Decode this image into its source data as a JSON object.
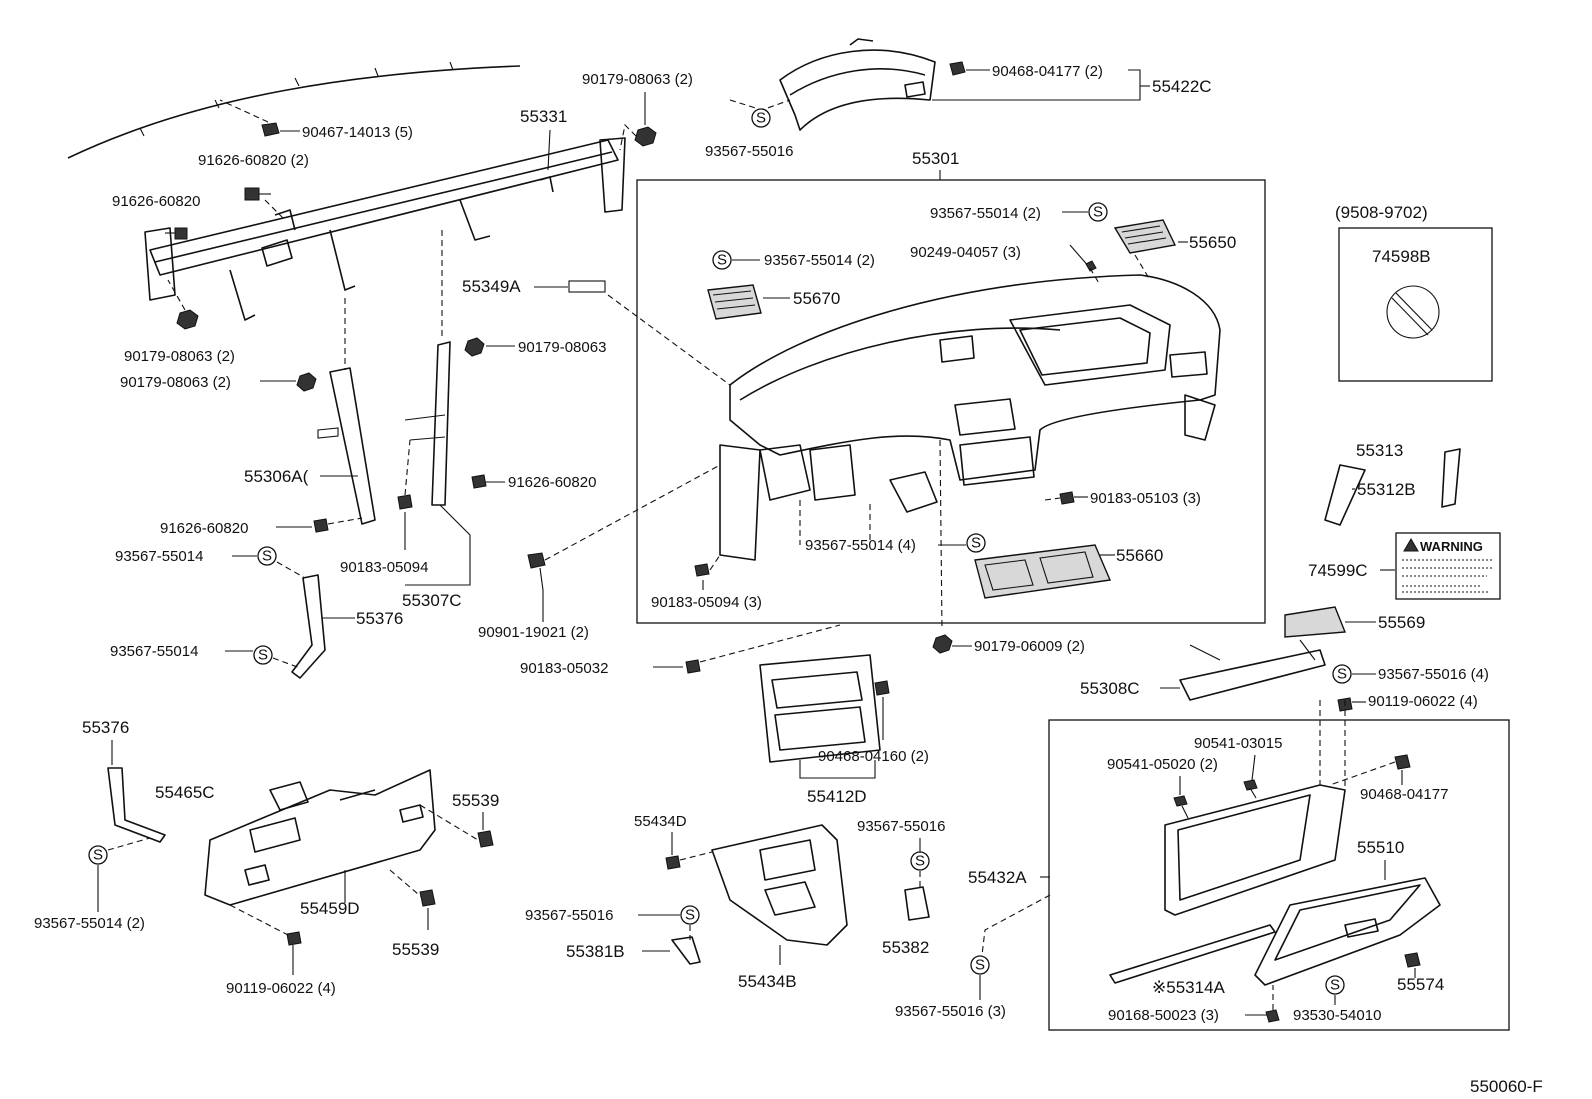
{
  "labels": {
    "p55331": "55331",
    "p55301": "55301",
    "p55422c": "55422C",
    "p55650": "55650",
    "p55670": "55670",
    "p55349a": "55349A",
    "p55306a": "55306A(",
    "p55307c": "55307C",
    "p55376a": "55376",
    "p55376b": "55376",
    "p55465c": "55465C",
    "p55459d": "55459D",
    "p55539a": "55539",
    "p55539b": "55539",
    "p55434d": "55434D",
    "p55434b": "55434B",
    "p55381b": "55381B",
    "p55382": "55382",
    "p55412d": "55412D",
    "p55660": "55660",
    "p55313": "55313",
    "p55312b": "55312B",
    "p74599c": "74599C",
    "p55569": "55569",
    "p55308c": "55308C",
    "p55432a": "55432A",
    "p55510": "55510",
    "p55314a": "55314A",
    "p55574": "55574",
    "p74598b": "74598B",
    "date_range": "(9508-9702)",
    "b90179_08063_2_top": "90179-08063 (2)",
    "b93567_55016_top": "93567-55016",
    "b90468_04177_2": "90468-04177 (2)",
    "b90467_14013_5": "90467-14013 (5)",
    "b91626_60820_2": "91626-60820 (2)",
    "b91626_60820_a": "91626-60820",
    "b90179_08063_2_a": "90179-08063 (2)",
    "b90179_08063_2_b": "90179-08063 (2)",
    "b90179_08063_c": "90179-08063",
    "b91626_60820_b": "91626-60820",
    "b91626_60820_c": "91626-60820",
    "b90183_05094_a": "90183-05094",
    "b93567_55014_a": "93567-55014",
    "b93567_55014_b": "93567-55014",
    "b93567_55014_2_top": "93567-55014 (2)",
    "b90249_04057_3": "90249-04057 (3)",
    "b93567_55014_2_mid": "93567-55014 (2)",
    "b90183_05103_3": "90183-05103 (3)",
    "b93567_55014_4": "93567-55014 (4)",
    "b90183_05094_3": "90183-05094 (3)",
    "b90901_19021_2": "90901-19021 (2)",
    "b90179_06009_2": "90179-06009 (2)",
    "b90183_05032": "90183-05032",
    "b90468_04160_2": "90468-04160 (2)",
    "b93567_55016_4": "93567-55016 (4)",
    "b90119_06022_4_r": "90119-06022 (4)",
    "b90541_03015": "90541-03015",
    "b90541_05020_2": "90541-05020 (2)",
    "b90468_04177": "90468-04177",
    "b93567_55014_2_bl": "93567-55014 (2)",
    "b90119_06022_4_l": "90119-06022 (4)",
    "b93567_55016_mid": "93567-55016",
    "b93567_55016_c": "93567-55016",
    "b93567_55016_3": "93567-55016 (3)",
    "b90168_50023_3": "90168-50023 (3)",
    "b93530_54010": "93530-54010",
    "s": "S",
    "asterisk": "※",
    "warning_title": "WARNING",
    "figure_code": "550060-F"
  }
}
